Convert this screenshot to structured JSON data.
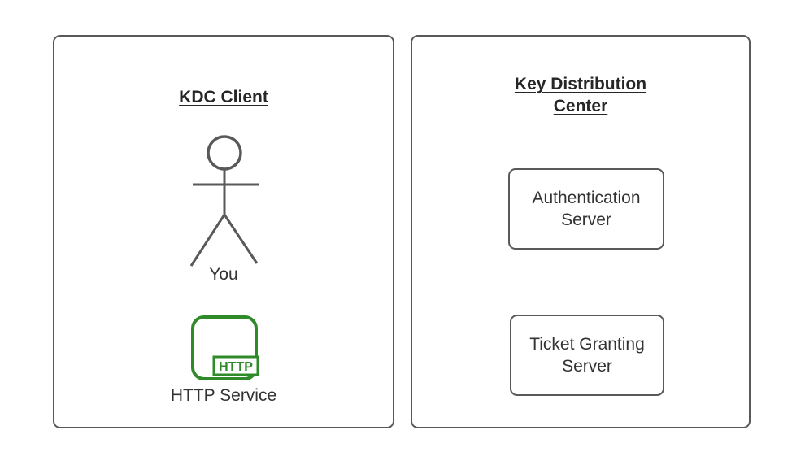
{
  "diagram": {
    "client_panel": {
      "title": "KDC Client",
      "actor_label": "You",
      "service_label": "HTTP Service",
      "service_badge": "HTTP"
    },
    "kdc_panel": {
      "title": "Key Distribution Center",
      "boxes": [
        {
          "label": "Authentication Server"
        },
        {
          "label": "Ticket Granting Server"
        }
      ]
    },
    "icons": [
      {
        "name": "stick-figure-icon",
        "meaning": "person / user actor"
      },
      {
        "name": "http-service-icon",
        "meaning": "rounded app window with HTTP badge"
      }
    ],
    "colors": {
      "panel_stroke": "#595959",
      "title_text": "#262626",
      "label_text": "#333333",
      "http_green": "#2f8b29",
      "background": "#ffffff"
    }
  }
}
